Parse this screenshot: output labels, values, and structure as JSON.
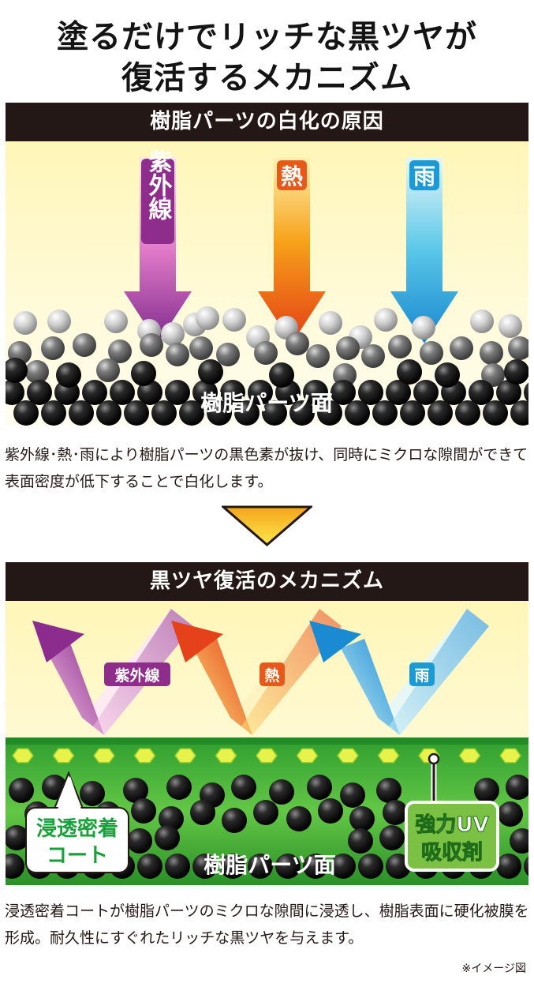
{
  "title": {
    "line1": "塗るだけでリッチな黒ツヤが",
    "line2": "復活するメカニズム"
  },
  "panel1": {
    "header": "樹脂パーツの白化の原因",
    "arrows": [
      {
        "label": "紫外線",
        "color": "#8e2d8c"
      },
      {
        "label": "熱",
        "color": "#e8581b"
      },
      {
        "label": "雨",
        "color": "#1a9ad6"
      }
    ],
    "surface_label": "樹脂パーツ面",
    "description": "紫外線･熱･雨により樹脂パーツの黒色素が抜け、同時にミクロな隙間ができて表面密度が低下することで白化します。"
  },
  "panel2": {
    "header": "黒ツヤ復活のメカニズム",
    "arrows": [
      {
        "label": "紫外線",
        "color": "#8e2d8c"
      },
      {
        "label": "熱",
        "color": "#e8581b"
      },
      {
        "label": "雨",
        "color": "#1a9ad6"
      }
    ],
    "coat_label_1": "浸透密着",
    "coat_label_2": "コート",
    "absorber_label_1": "強力UV",
    "absorber_label_2": "吸収剤",
    "surface_label": "樹脂パーツ面",
    "description": "浸透密着コートが樹脂パーツのミクロな隙間に浸透し、樹脂表面に硬化被膜を形成。耐久性にすぐれたリッチな黒ツヤを与えます。"
  },
  "note": "※イメージ図",
  "colors": {
    "bar": "#231815",
    "green": "#3db53a",
    "cream": "#fff7c4",
    "yellow": "#f4d11a"
  }
}
